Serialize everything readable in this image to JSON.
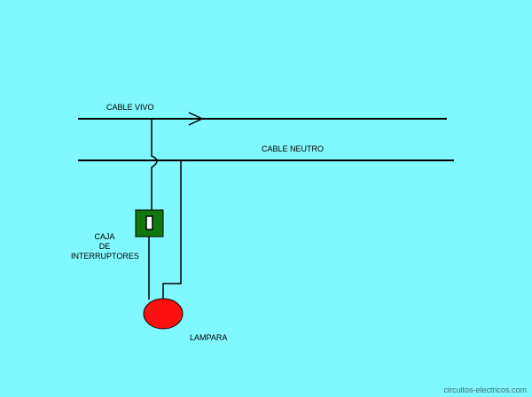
{
  "diagram": {
    "labels": {
      "live_cable": "CABLE VIVO",
      "neutral_cable": "CABLE NEUTRO",
      "switch_box_line1": "CAJA",
      "switch_box_line2": "DE",
      "switch_box_line3": "INTERRUPTORES",
      "lamp": "LAMPARA"
    },
    "colors": {
      "background": "#80f8ff",
      "wire": "#000000",
      "switch_box": "#0e7a0e",
      "lamp": "#ff1010"
    }
  },
  "footer": {
    "credit": "circuitos-electricos.com"
  }
}
